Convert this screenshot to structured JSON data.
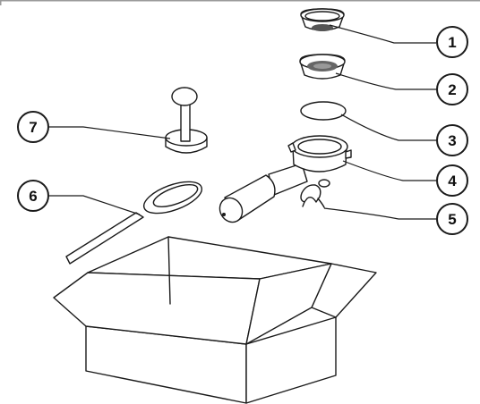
{
  "diagram": {
    "callouts": [
      {
        "number": "1",
        "part": "small-filter-basket"
      },
      {
        "number": "2",
        "part": "large-filter-basket"
      },
      {
        "number": "3",
        "part": "gasket-ring"
      },
      {
        "number": "4",
        "part": "filter-holder"
      },
      {
        "number": "5",
        "part": "drip-spout"
      },
      {
        "number": "6",
        "part": "measuring-spoon"
      },
      {
        "number": "7",
        "part": "tamper"
      }
    ],
    "colors": {
      "line": "#1a1a1a",
      "fill": "#ffffff",
      "frame": "#9a9a9a"
    }
  }
}
